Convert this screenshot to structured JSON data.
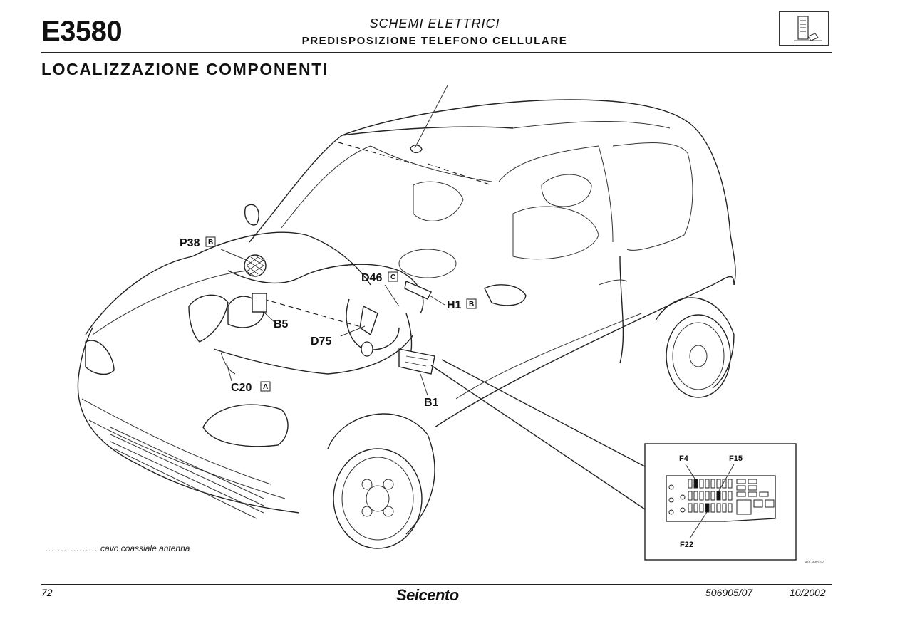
{
  "header": {
    "doc_code": "E3580",
    "category": "SCHEMI ELETTRICI",
    "subtitle": "PREDISPOSIZIONE TELEFONO CELLULARE"
  },
  "section_title": "LOCALIZZAZIONE COMPONENTI",
  "components": [
    {
      "code": "P38",
      "tag": "B"
    },
    {
      "code": "D46",
      "tag": "C"
    },
    {
      "code": "H1",
      "tag": "B"
    },
    {
      "code": "B5",
      "tag": ""
    },
    {
      "code": "D75",
      "tag": ""
    },
    {
      "code": "C20",
      "tag": "A"
    },
    {
      "code": "B1",
      "tag": ""
    }
  ],
  "fuse_box": {
    "fuses": [
      "F4",
      "F15",
      "F22"
    ]
  },
  "legend": {
    "dots": ".................",
    "text": "cavo coassiale antenna"
  },
  "drawing_id": "40l 3685 02",
  "footer": {
    "page_number": "72",
    "model_name": "Seicento",
    "doc_ref": "506905/07",
    "date": "10/2002"
  }
}
